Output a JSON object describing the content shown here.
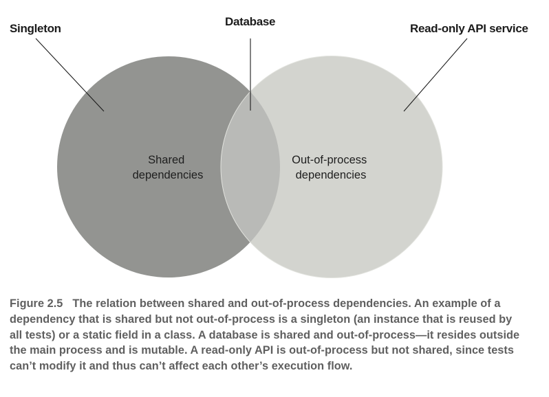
{
  "diagram": {
    "type": "venn",
    "sets": [
      {
        "id": "shared",
        "label_lines": [
          "Shared",
          "dependencies"
        ],
        "color": "#939491"
      },
      {
        "id": "out_of_process",
        "label_lines": [
          "Out-of-process",
          "dependencies"
        ],
        "color": "#d3d4cf"
      }
    ],
    "intersection": {
      "sets": [
        "shared",
        "out_of_process"
      ],
      "color": "#b9bab7"
    },
    "callouts": [
      {
        "id": "singleton",
        "text": "Singleton",
        "points_to": "shared"
      },
      {
        "id": "database",
        "text": "Database",
        "points_to": "intersection"
      },
      {
        "id": "read_only_api",
        "text": "Read-only API service",
        "points_to": "out_of_process"
      }
    ]
  },
  "caption": {
    "figure_number": "Figure 2.5",
    "lines": [
      "The relation between shared and out-of-process dependencies. An example of a",
      "dependency that is shared but not out-of-process is a singleton (an instance that is reused by",
      "all tests) or a static field in a class. A database is shared and out-of-process—it resides outside",
      "the main process and is mutable. A read-only API is out-of-process but not shared, since tests",
      "can’t modify it and thus can’t affect each other’s execution flow."
    ]
  }
}
